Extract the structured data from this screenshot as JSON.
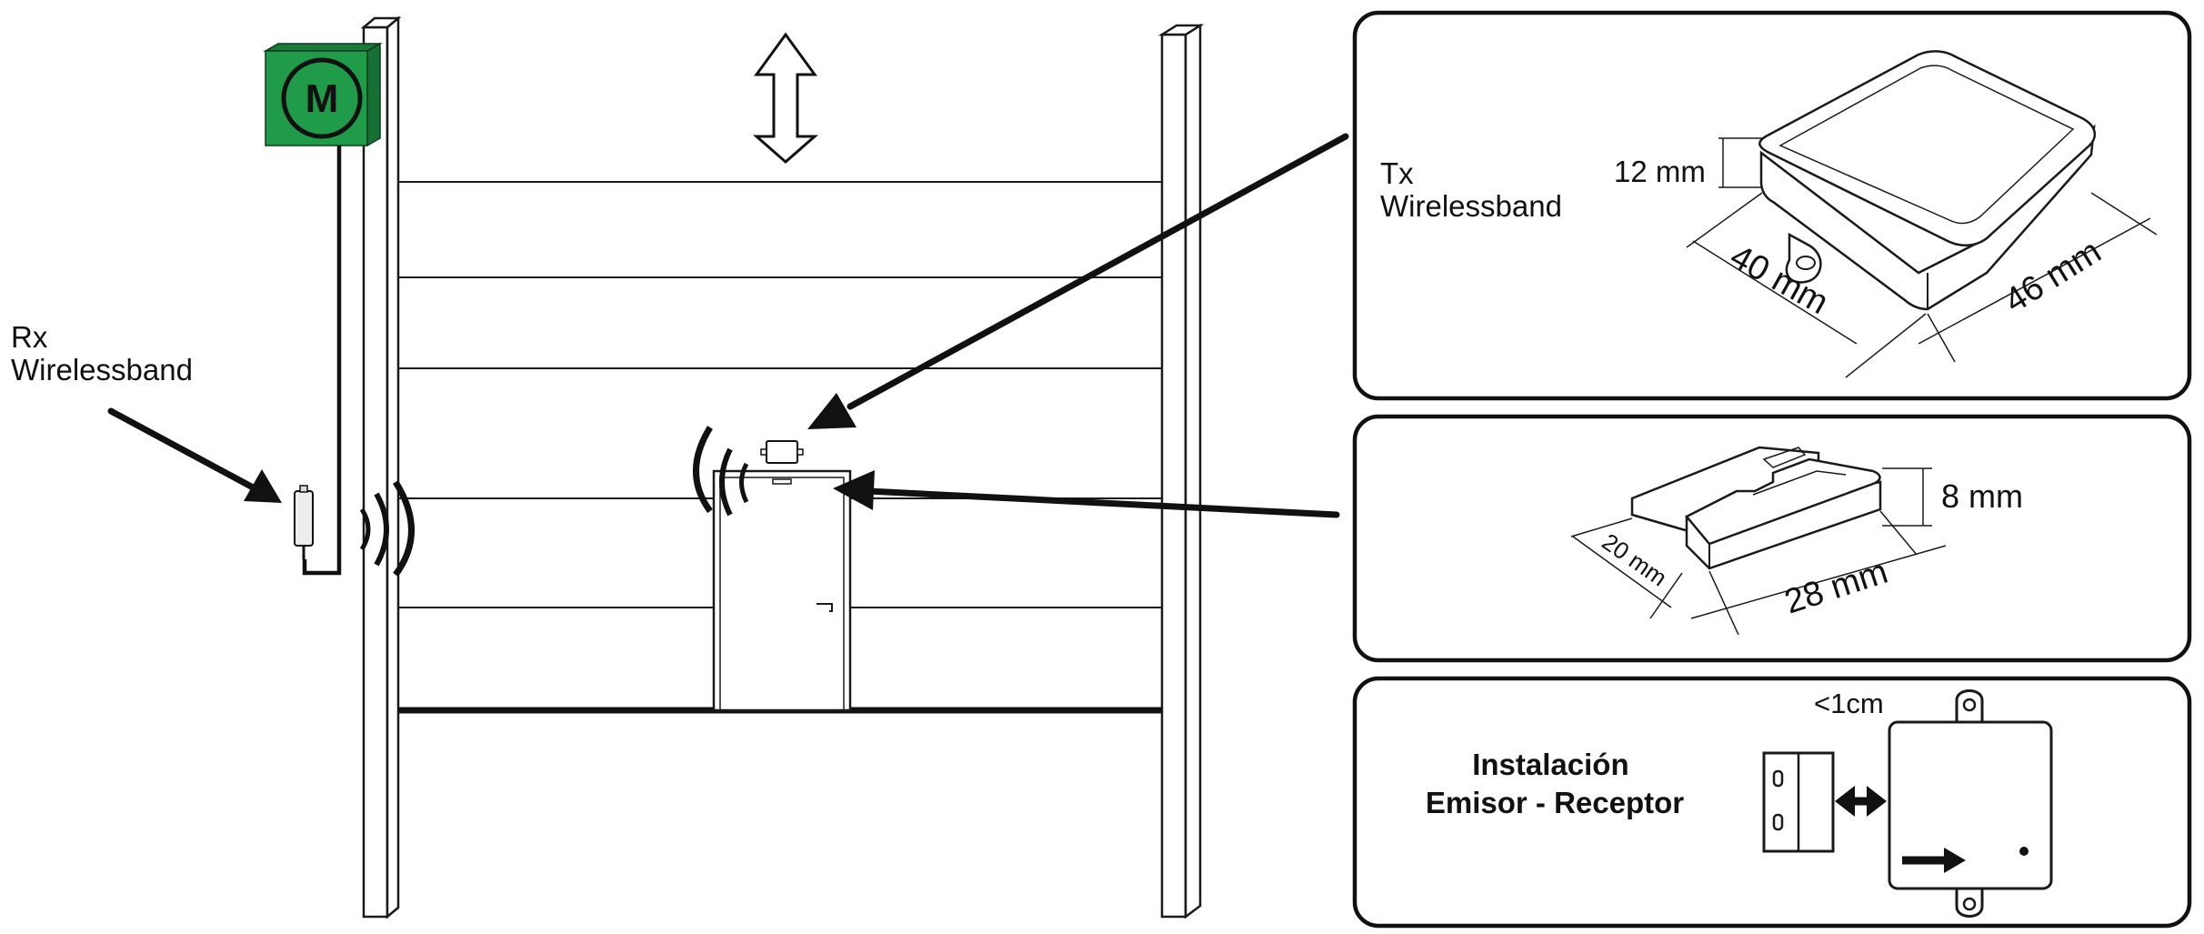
{
  "motor": {
    "symbol": "M",
    "color": "#1f9b4a"
  },
  "rx_label": {
    "line1": "Rx",
    "line2": "Wirelessband"
  },
  "tx_panel": {
    "label_line1": "Tx",
    "label_line2": "Wirelessband",
    "height_dim": "12 mm",
    "depth_dim": "40 mm",
    "width_dim": "46 mm"
  },
  "magnet_panel": {
    "height_dim": "8 mm",
    "depth_dim": "20 mm",
    "width_dim": "28 mm"
  },
  "install_panel": {
    "title_line1": "Instalación",
    "title_line2": "Emisor - Receptor",
    "gap_label": "<1cm"
  }
}
